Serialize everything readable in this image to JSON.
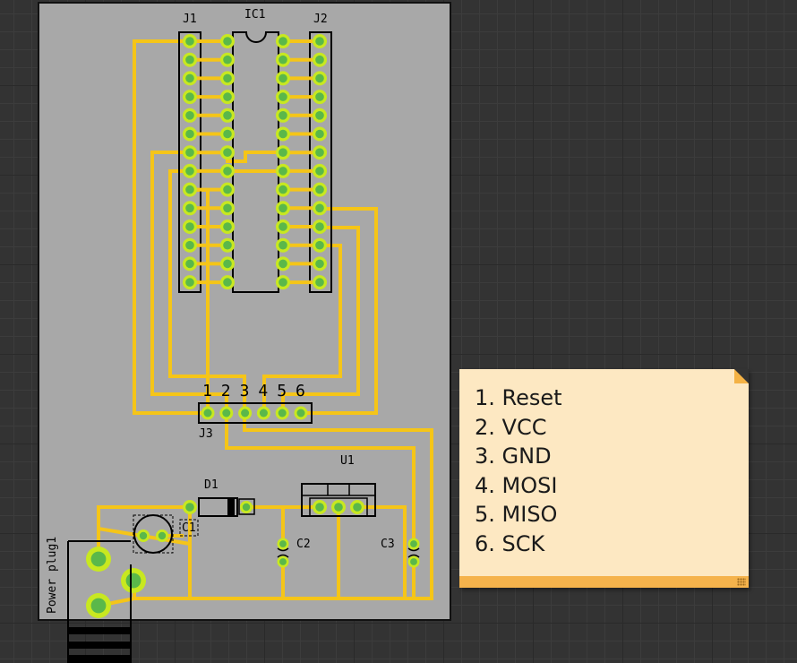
{
  "board": {
    "labels": {
      "j1": "J1",
      "ic1": "IC1",
      "j2": "J2",
      "j3": "J3",
      "d1": "D1",
      "u1": "U1",
      "c1": "C1",
      "c2": "C2",
      "c3": "C3",
      "power": "Power plug1"
    },
    "header_numbers": [
      "1",
      "2",
      "3",
      "4",
      "5",
      "6"
    ]
  },
  "note": {
    "items": [
      "1. Reset",
      "2. VCC",
      "3. GND",
      "4. MOSI",
      "5. MISO",
      "6. SCK"
    ]
  },
  "colors": {
    "trace": "#f5c518",
    "pcb": "#a8a8a8",
    "pad_outer": "#c8e820",
    "pad_inner": "#5ab84a",
    "note_bg": "#fde8c2",
    "note_bar": "#f5b34c"
  }
}
